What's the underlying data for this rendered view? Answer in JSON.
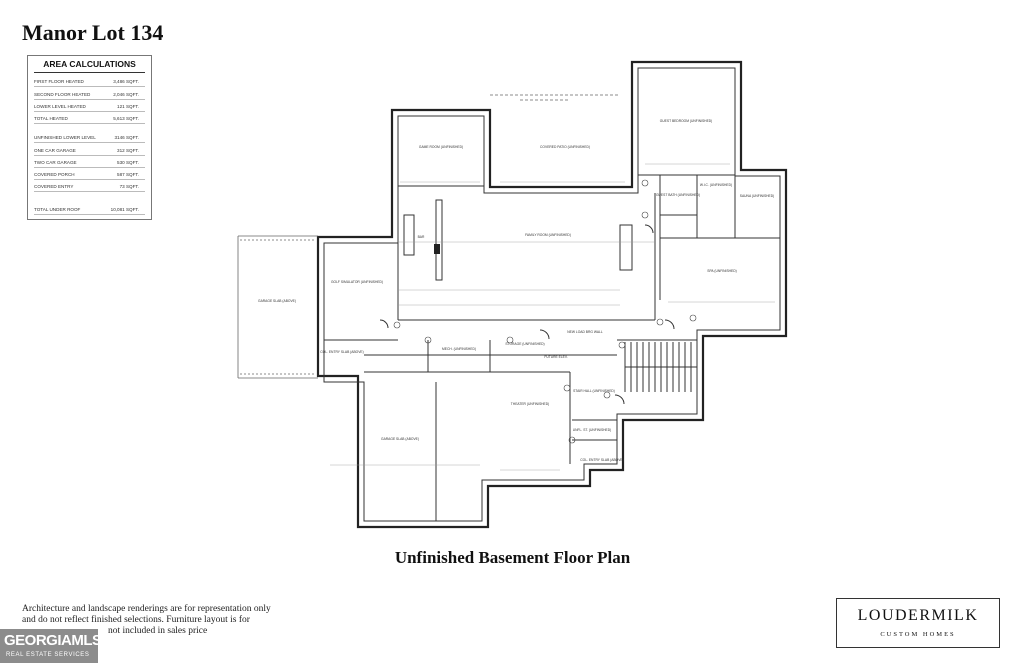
{
  "page": {
    "title": "Manor Lot 134",
    "caption": "Unfinished Basement Floor Plan"
  },
  "area_calculations": {
    "title": "AREA CALCULATIONS",
    "rows": [
      {
        "label": "FIRST FLOOR HEATED",
        "value": "3,486 SQFT."
      },
      {
        "label": "SECOND FLOOR HEATED",
        "value": "2,046 SQFT."
      },
      {
        "label": "LOWER LEVEL HEATED",
        "value": "121 SQFT."
      },
      {
        "label": "TOTAL HEATED",
        "value": "5,613 SQFT."
      },
      {
        "label": "UNFINISHED LOWER LEVEL",
        "value": "3146 SQFT."
      },
      {
        "label": "ONE CAR GARAGE",
        "value": "312 SQFT."
      },
      {
        "label": "TWO CAR GARAGE",
        "value": "530 SQFT."
      },
      {
        "label": "COVERED PORCH",
        "value": "587 SQFT."
      },
      {
        "label": "COVERED ENTRY",
        "value": "73 SQFT."
      },
      {
        "label": "TOTAL UNDER ROOF",
        "value": "10,081 SQFT."
      }
    ]
  },
  "rooms": {
    "game_room": "GAME ROOM (UNFINISHED)",
    "covered_patio": "COVERED PATIO (UNFINISHED)",
    "guest_bedroom": "GUEST BEDROOM (UNFINISHED)",
    "family_room": "FAMILY ROOM (UNFINISHED)",
    "golf_simulator": "GOLF SIMULATOR (UNFINISHED)",
    "garage_slab_left": "GARAGE SLAB (ABOVE)",
    "spa": "SPA (UNFINISHED)",
    "sauna": "SAUNA (UNFINISHED)",
    "wic": "W.I.C. (UNFINISHED)",
    "mech": "MECH. (UNFINISHED)",
    "theater": "THEATER (UNFINISHED)",
    "garage_slab_bottom": "GARAGE SLAB (ABOVE)",
    "storage": "STORAGE (UNFINISHED)",
    "future_elev": "FUTURE ELEV.",
    "new_load_wall": "NEW LOAD BRG WALL",
    "stair_hall": "STAIR HALL (UNFINISHED)",
    "unfl_storage": "UNFL. ST. (UNFINISHED)",
    "col_entry": "COL. ENTRY SLAB (ABOVE)",
    "cov_entry": "COL. ENTRY SLAB (ABOVE)",
    "guest_bath": "GUEST BATH (UNFINISHED)",
    "bar": "BAR"
  },
  "disclaimer": {
    "line1": "Architecture and landscape renderings are for representation only",
    "line2": "and do not reflect finished selections. Furniture layout is for",
    "line3": "not included in sales price"
  },
  "builder": {
    "name": "LOUDERMILK",
    "subtitle": "CUSTOM HOMES"
  },
  "watermark": {
    "main": "GEORGIAMLS",
    "sub": "REAL ESTATE SERVICES"
  }
}
